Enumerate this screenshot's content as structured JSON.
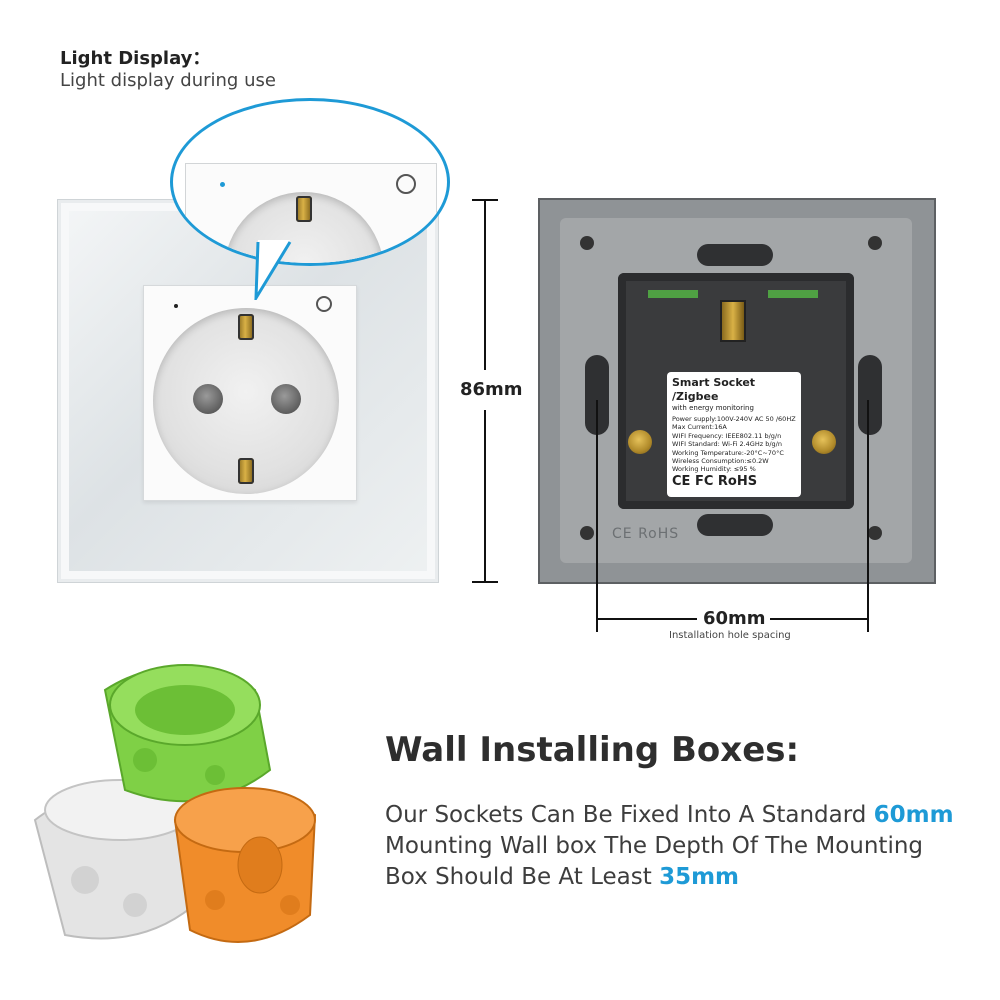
{
  "header": {
    "title": "Light Display：",
    "subtitle": "Light display during use"
  },
  "dimensions": {
    "height_label": "86mm",
    "width_label": "60mm",
    "width_sub": "Installation hole spacing"
  },
  "back_label": {
    "title": "Smart Socket /Zigbee",
    "subtitle": "with energy  monitoring",
    "lines": [
      "Power supply:100V-240V AC  50 /60HZ",
      "Max Current:16A",
      "WIFI Frequency: IEEE802.11 b/g/n",
      "WIFI Standard: Wi-Fi 2.4GHz b/g/n",
      "Working Temperature:-20°C~70°C",
      "Wireless Consumption:≤0.2W",
      "Working Humidity: ≤95 %"
    ],
    "marks": "CE FC RoHS"
  },
  "back_emboss": "CE RoHS",
  "wall_boxes": {
    "title": "Wall Installing Boxes:",
    "line1_text": "Our Sockets Can Be Fixed Into A Standard ",
    "line1_accent": "60mm",
    "line2_text": "Mounting Wall box The Depth Of The Mounting",
    "line3_text": "Box Should Be At Least ",
    "line3_accent": "35mm"
  },
  "colors": {
    "accent": "#1e9ad6",
    "box_green": "#7fd046",
    "box_orange": "#f08c2a",
    "box_white": "#e4e4e4"
  },
  "icons": {
    "led": "led-indicator-icon",
    "touch": "touch-ring-icon"
  }
}
